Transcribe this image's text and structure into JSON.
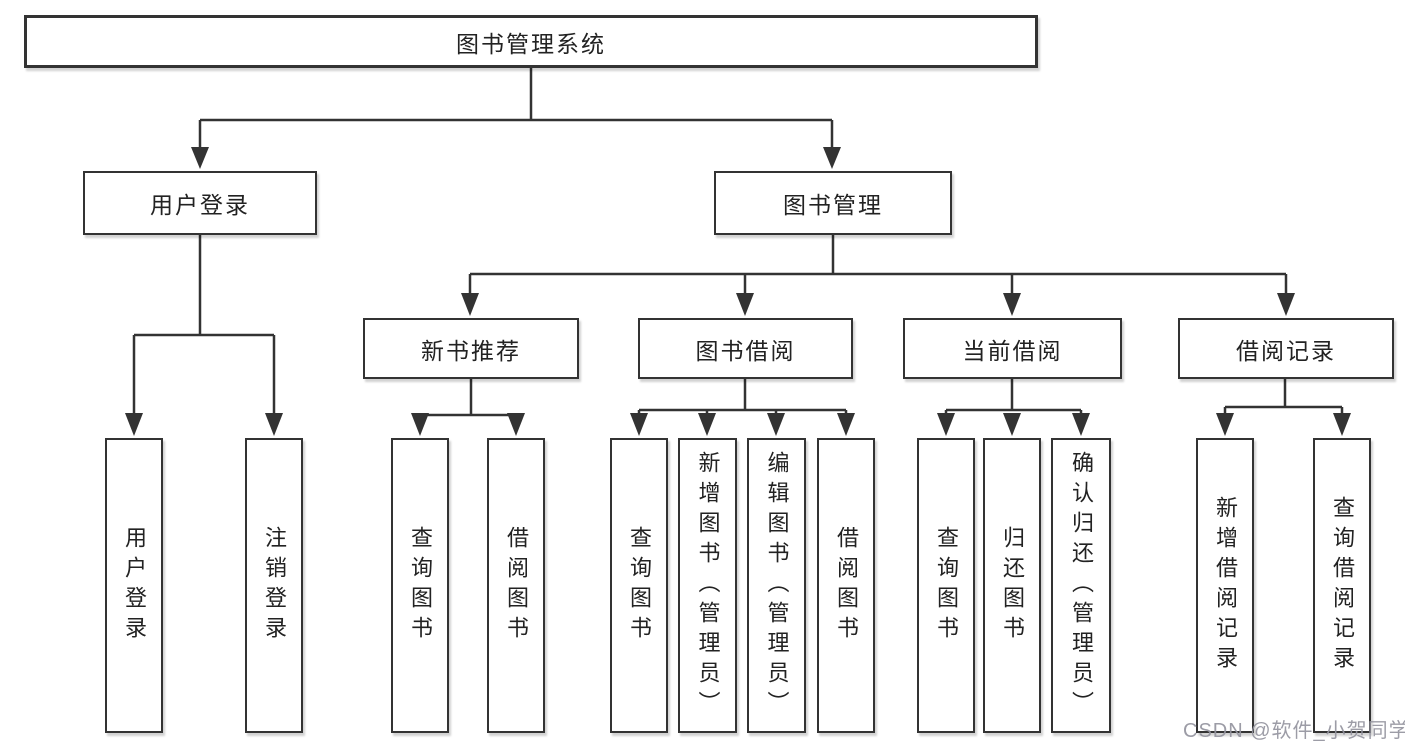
{
  "tree": {
    "root": {
      "label": "图书管理系统",
      "children": [
        {
          "label": "用户登录",
          "children": [
            {
              "label": "用户登录"
            },
            {
              "label": "注销登录"
            }
          ]
        },
        {
          "label": "图书管理",
          "children": [
            {
              "label": "新书推荐",
              "children": [
                {
                  "label": "查询图书"
                },
                {
                  "label": "借阅图书"
                }
              ]
            },
            {
              "label": "图书借阅",
              "children": [
                {
                  "label": "查询图书"
                },
                {
                  "label": "新增图书（管理员）"
                },
                {
                  "label": "编辑图书（管理员）"
                },
                {
                  "label": "借阅图书"
                }
              ]
            },
            {
              "label": "当前借阅",
              "children": [
                {
                  "label": "查询图书"
                },
                {
                  "label": "归还图书"
                },
                {
                  "label": "确认归还（管理员）"
                }
              ]
            },
            {
              "label": "借阅记录",
              "children": [
                {
                  "label": "新增借阅记录"
                },
                {
                  "label": "查询借阅记录"
                }
              ]
            }
          ]
        }
      ]
    }
  },
  "watermark": {
    "text": "CSDN @软件_小贺同学"
  },
  "colors": {
    "line": "#333333",
    "box_border": "#333333",
    "text": "#222222",
    "watermark": "#94949e",
    "background": "#ffffff"
  }
}
